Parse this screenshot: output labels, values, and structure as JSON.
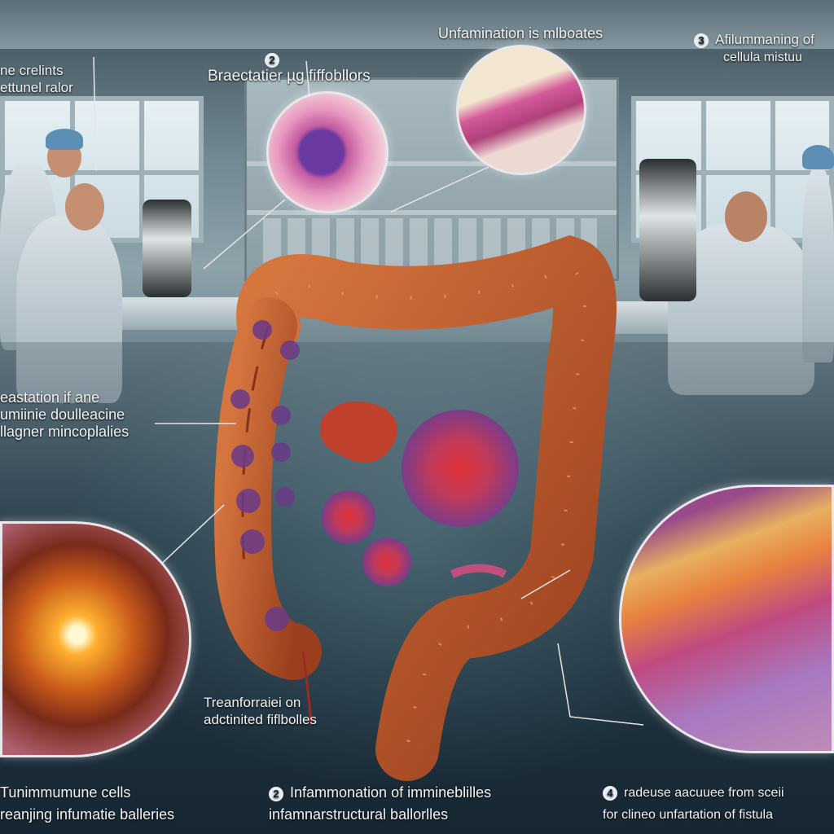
{
  "labels": {
    "top_left": [
      "ne crelints",
      "ettunel ralor"
    ],
    "top_center_left": {
      "number": "2",
      "text": "Braectatier µg fiffobllors"
    },
    "top_center": "Unfamination is mlboates",
    "top_right": {
      "number": "3",
      "lines": [
        "Afilummaning of",
        "cellula mistuu"
      ]
    },
    "mid_left": [
      "eastation  if ane",
      "umiinie doulleacine",
      "llagner mincoplalies"
    ],
    "center_bottom": [
      "Treanforraiei on",
      "adctinited fiflbolles"
    ],
    "bottom_left": [
      "Tunimmumune cells",
      "reanjing infumatie balleries"
    ],
    "bottom_center": {
      "number": "2",
      "lines": [
        "Infammonation of immineblilles",
        "infamnarstructural ballorlles"
      ]
    },
    "bottom_right": {
      "number": "4",
      "lines": [
        "radeuse aacuuee from sceii",
        "for clineo unfartation of fistula"
      ]
    }
  },
  "colors": {
    "colon": "#b8552a",
    "tissue": "#c8508a",
    "background": "#2f4653"
  }
}
